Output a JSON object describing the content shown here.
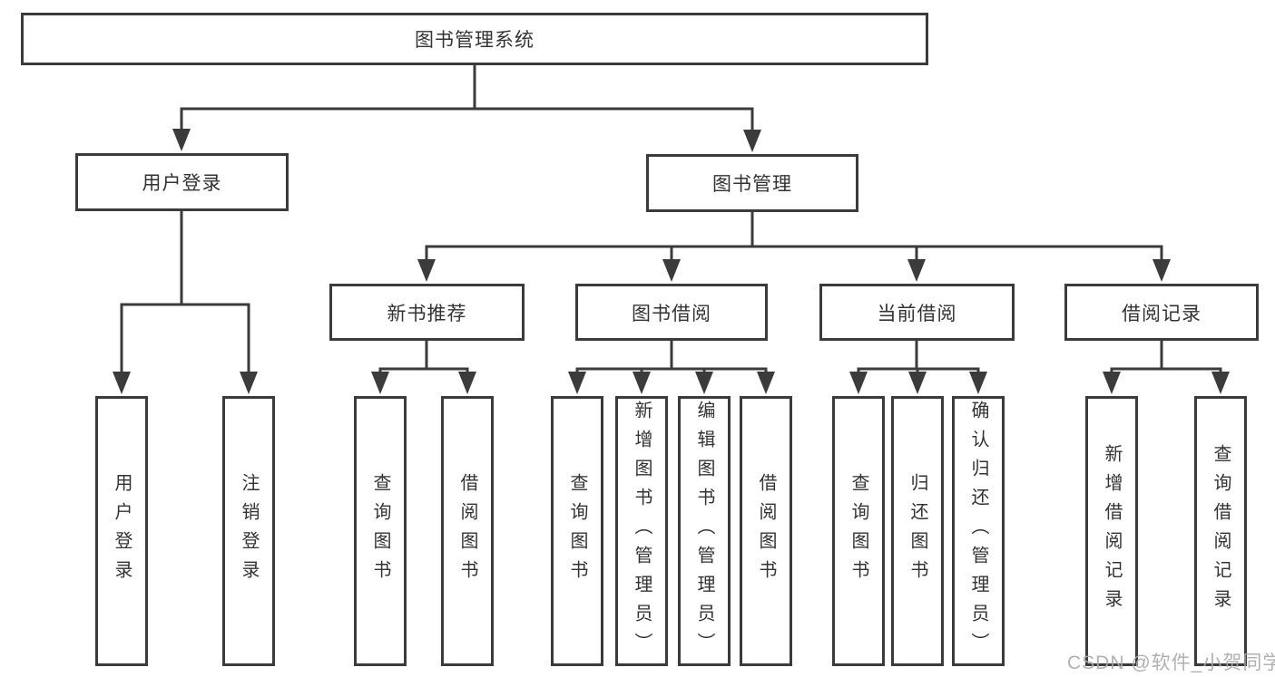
{
  "diagram": {
    "root": {
      "label": "图书管理系统"
    },
    "user_login": {
      "label": "用户登录",
      "children": [
        {
          "label": "用户登录"
        },
        {
          "label": "注销登录"
        }
      ]
    },
    "book_mgmt": {
      "label": "图书管理",
      "groups": [
        {
          "label": "新书推荐",
          "children": [
            {
              "label": "查询图书"
            },
            {
              "label": "借阅图书"
            }
          ]
        },
        {
          "label": "图书借阅",
          "children": [
            {
              "label": "查询图书"
            },
            {
              "label": "新增图书（管理员）"
            },
            {
              "label": "编辑图书（管理员）"
            },
            {
              "label": "借阅图书"
            }
          ]
        },
        {
          "label": "当前借阅",
          "children": [
            {
              "label": "查询图书"
            },
            {
              "label": "归还图书"
            },
            {
              "label": "确认归还（管理员）"
            }
          ]
        },
        {
          "label": "借阅记录",
          "children": [
            {
              "label": "新增借阅记录"
            },
            {
              "label": "查询借阅记录"
            }
          ]
        }
      ]
    },
    "watermark": "CSDN @软件_小贺同学"
  },
  "colors": {
    "line": "#3b3b3b",
    "text": "#333333",
    "watermark": "#a9a9a9",
    "background": "#ffffff"
  }
}
